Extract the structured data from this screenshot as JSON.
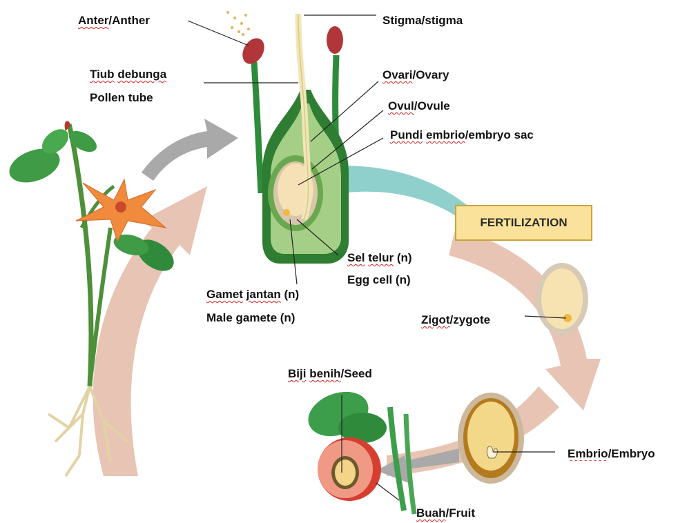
{
  "labels": {
    "anther": {
      "pre": "Anter",
      "post": "/Anther"
    },
    "stigma": {
      "post": "Stigma/stigma"
    },
    "pollen_tube_ms": {
      "pre": "Tiub",
      "mid": " ",
      "pre2": "debunga"
    },
    "pollen_tube_en": "Pollen tube",
    "ovary": {
      "pre": "Ovari",
      "post": "/Ovary"
    },
    "ovule": {
      "pre": "Ovul",
      "post": "/Ovule"
    },
    "embryo_sac": {
      "pre": "Pundi",
      "mid": " ",
      "pre2": "embrio",
      "post": "/embryo sac"
    },
    "egg_cell_ms": {
      "pre": "Sel",
      "mid": " ",
      "pre2": "telur",
      "post": " (n)"
    },
    "egg_cell_en": "Egg cell (n)",
    "male_gamete_ms": {
      "pre": "Gamet",
      "mid": " ",
      "pre2": "jantan",
      "post": " (n)"
    },
    "male_gamete_en": "Male gamete (n)",
    "zygote": {
      "pre": "Zigot",
      "post": "/zygote"
    },
    "seed": {
      "pre": "Biji",
      "mid": " ",
      "pre2": "benih",
      "post": "/Seed"
    },
    "embryo": {
      "pre": "Embrio",
      "post": "/Embryo"
    },
    "fruit": {
      "pre": "Buah",
      "post": "/Fruit"
    }
  },
  "fertilization_box": "FERTILIZATION",
  "colors": {
    "cycle_arrow": "#e8c4b4",
    "grey_arrow": "#a9a9a9",
    "teal_arrow": "#8fd0cc",
    "stem_green": "#2e8b3a",
    "anther_red": "#b0363a",
    "fruit_red": "#e0503e",
    "box_fill": "#fbe29a"
  }
}
